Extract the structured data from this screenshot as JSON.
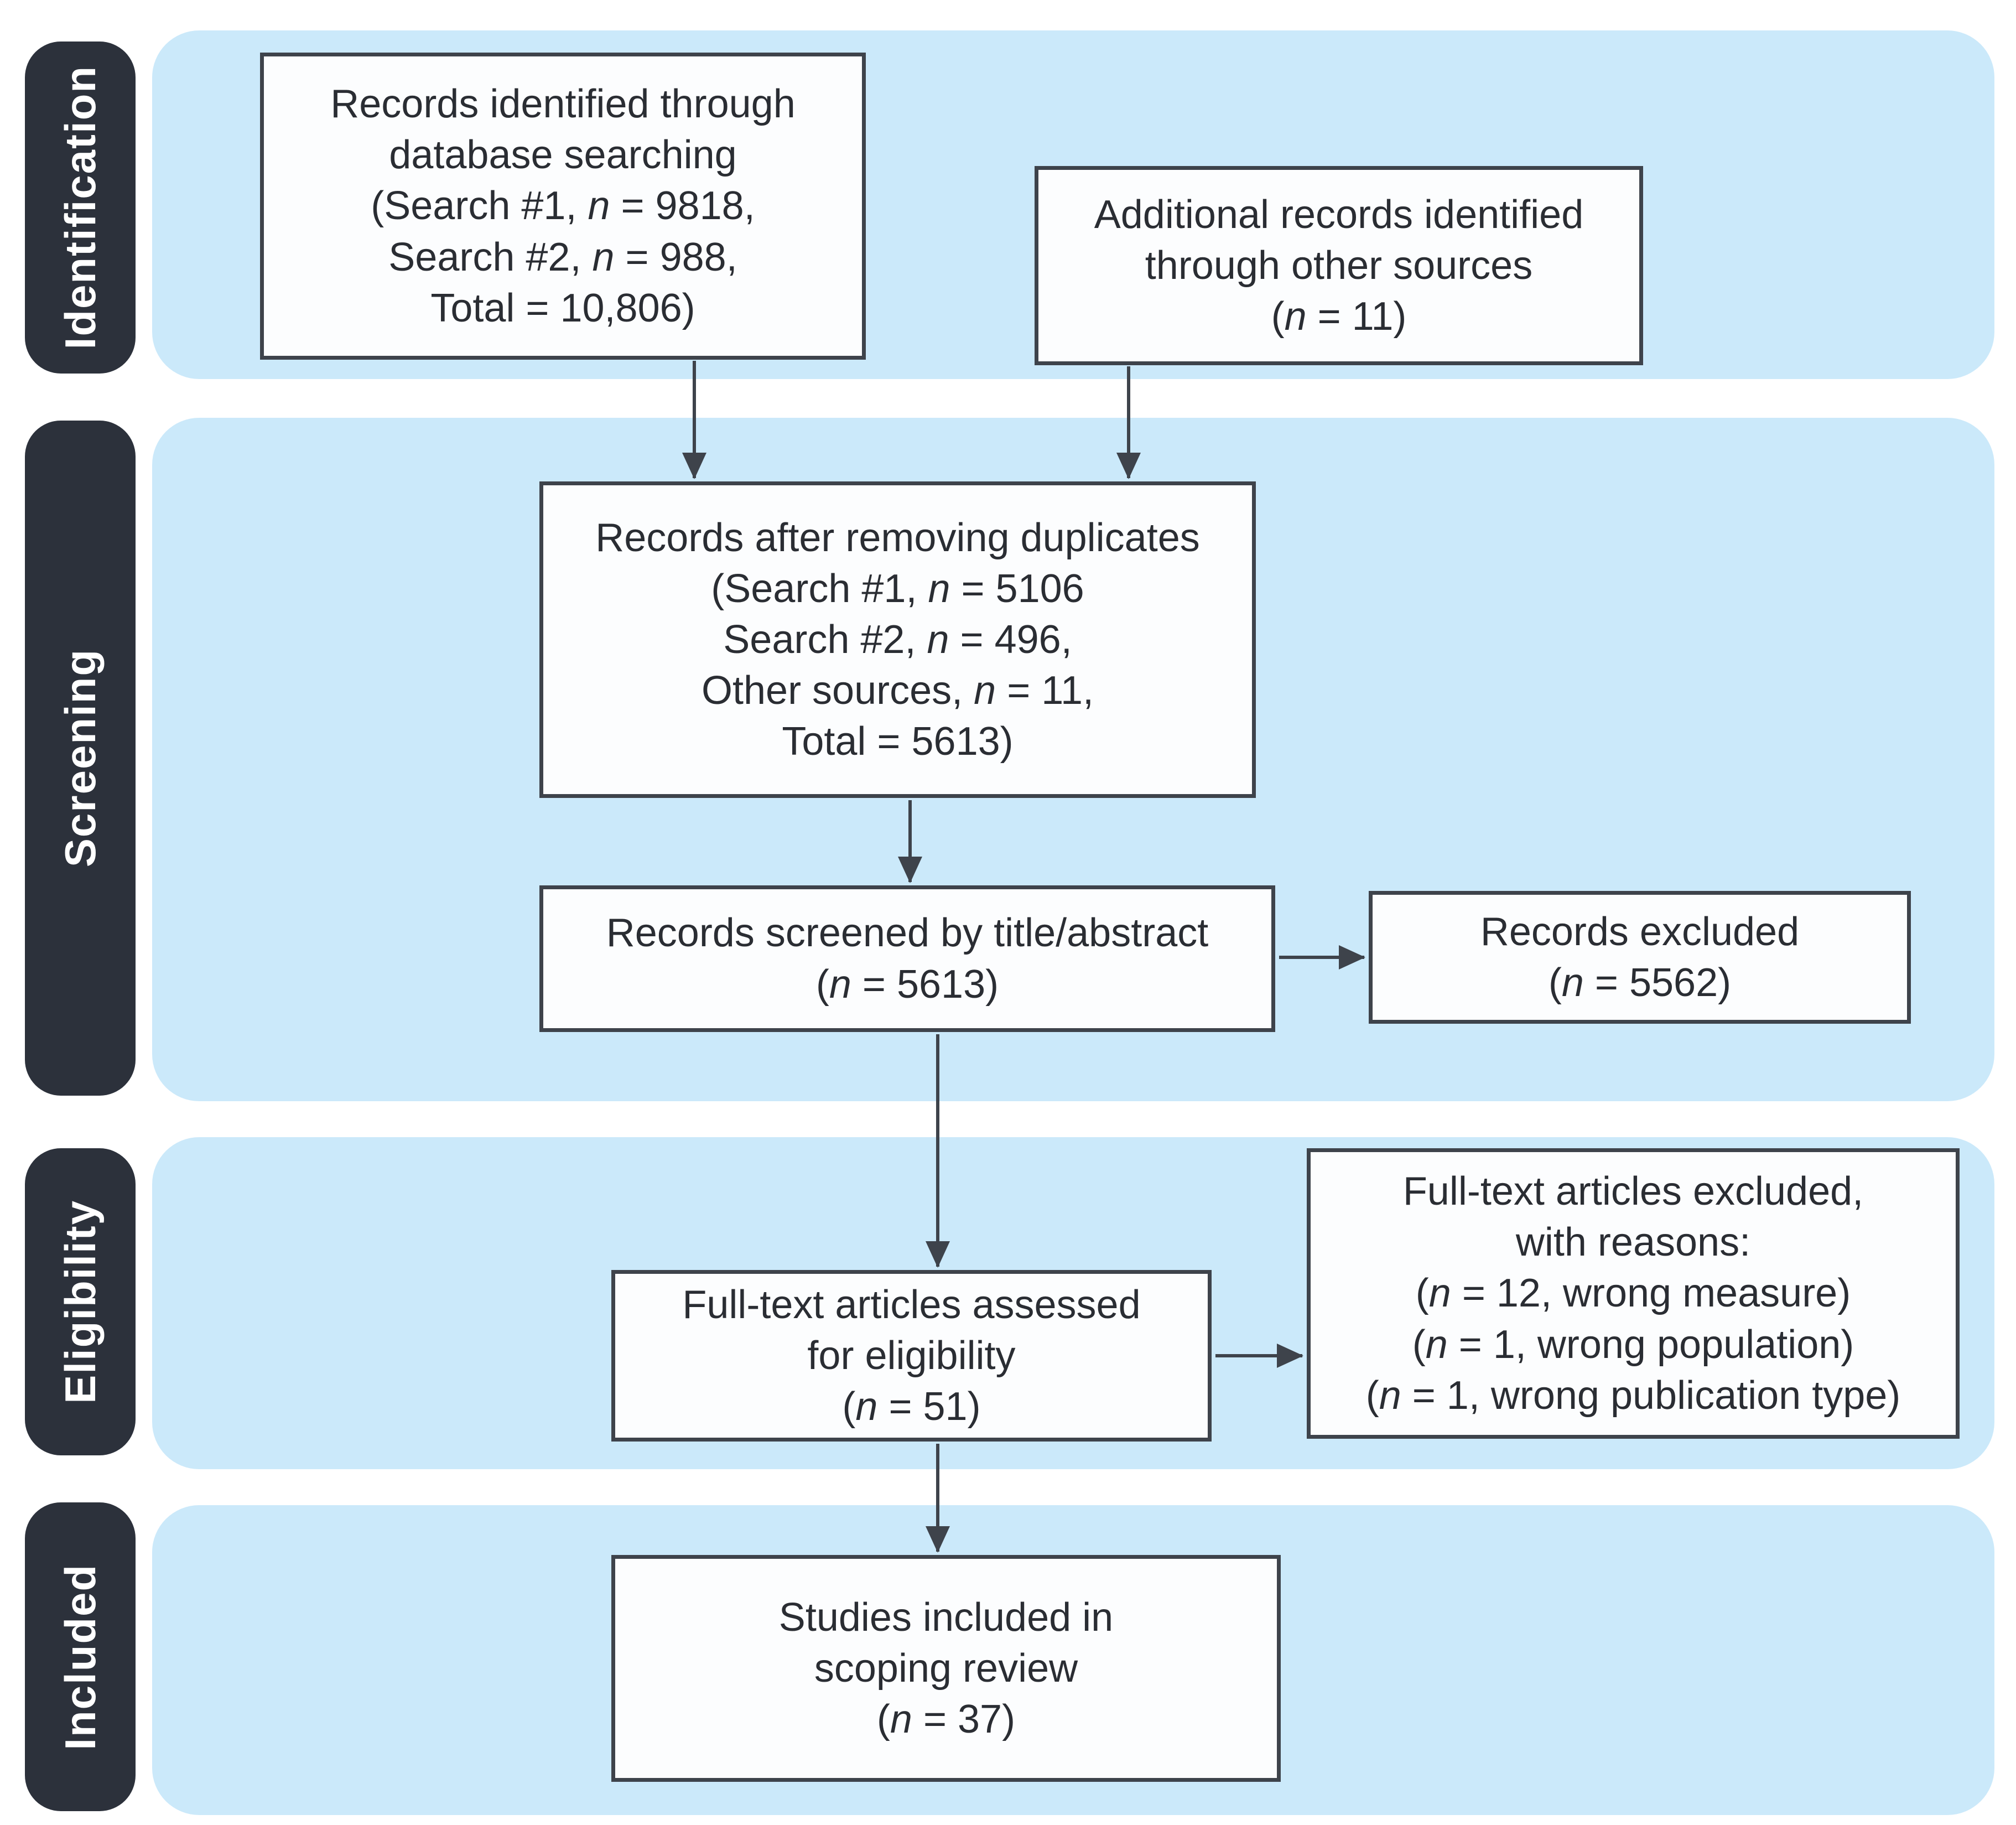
{
  "stages": [
    {
      "id": "identification",
      "label": "Identification"
    },
    {
      "id": "screening",
      "label": "Screening"
    },
    {
      "id": "eligibility",
      "label": "Eligibility"
    },
    {
      "id": "included",
      "label": "Included"
    }
  ],
  "boxes": {
    "records_identified": {
      "lines": [
        "Records identified through",
        "database searching",
        "(Search #1, n = 9818,",
        "Search #2, n = 988,",
        "Total = 10,806)"
      ]
    },
    "additional_records": {
      "lines": [
        "Additional records identified",
        "through other sources",
        "(n = 11)"
      ]
    },
    "after_duplicates": {
      "lines": [
        "Records after removing duplicates",
        "(Search #1, n = 5106",
        "Search #2, n = 496,",
        "Other sources, n = 11,",
        "Total = 5613)"
      ]
    },
    "screened": {
      "lines": [
        "Records screened by title/abstract",
        "(n = 5613)"
      ]
    },
    "records_excluded": {
      "lines": [
        "Records excluded",
        "(n = 5562)"
      ]
    },
    "fulltext_assessed": {
      "lines": [
        "Full-text articles assessed",
        "for eligibility",
        "(n = 51)"
      ]
    },
    "fulltext_excluded": {
      "lines": [
        "Full-text articles excluded,",
        "with reasons:",
        "(n = 12, wrong measure)",
        "(n = 1, wrong population)",
        "(n = 1, wrong publication type)"
      ]
    },
    "included_studies": {
      "lines": [
        "Studies included in",
        "scoping review",
        "(n = 37)"
      ]
    }
  },
  "colors": {
    "band": "#cbe9fa",
    "pill": "#2c313b",
    "pill_text": "#ffffff",
    "box_background": "#fcfdfe",
    "box_border": "#3e434b",
    "text": "#2a2d33",
    "arrow": "#3e434b",
    "page_background": "#ffffff"
  }
}
